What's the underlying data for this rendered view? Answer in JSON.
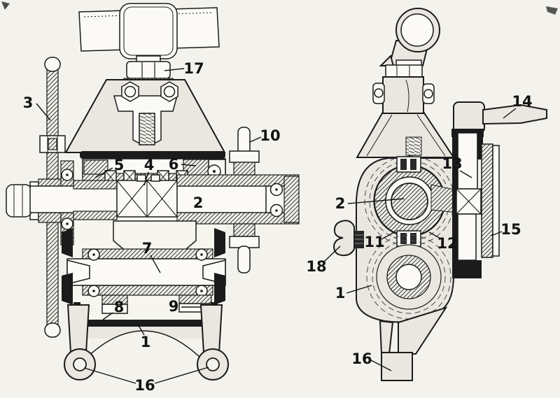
{
  "colors": {
    "paper": "#f3f2ec",
    "part_fill": "#e9e7e0",
    "white_face": "#fbfaf6",
    "ink": "#1b1b1b"
  },
  "views": {
    "sectional": {
      "callouts": [
        {
          "label": "3"
        },
        {
          "label": "17"
        },
        {
          "label": "10"
        },
        {
          "label": "5"
        },
        {
          "label": "4"
        },
        {
          "label": "6"
        },
        {
          "label": "2"
        },
        {
          "label": "7"
        },
        {
          "label": "8"
        },
        {
          "label": "9"
        },
        {
          "label": "1"
        },
        {
          "label": "16"
        }
      ]
    },
    "end": {
      "callouts": [
        {
          "label": "14"
        },
        {
          "label": "13"
        },
        {
          "label": "2"
        },
        {
          "label": "15"
        },
        {
          "label": "11"
        },
        {
          "label": "12"
        },
        {
          "label": "18"
        },
        {
          "label": "1"
        },
        {
          "label": "16"
        }
      ]
    }
  }
}
